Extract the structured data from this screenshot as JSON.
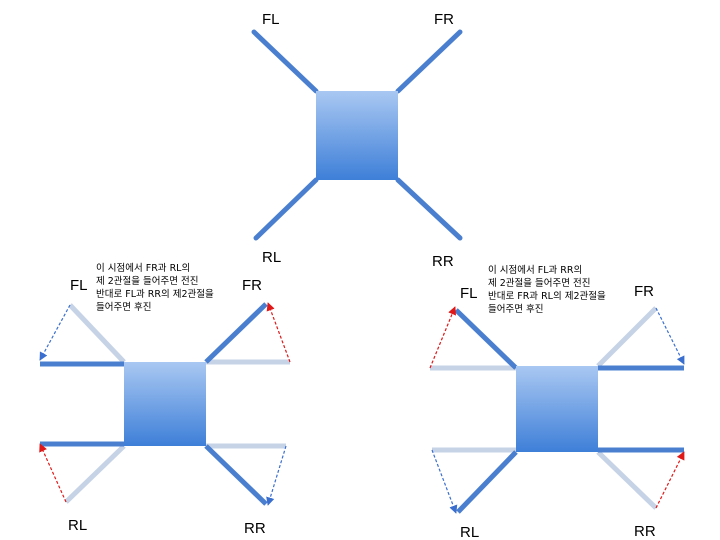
{
  "robots": [
    {
      "name": "top",
      "labels": {
        "fl": "FL",
        "fr": "FR",
        "rl": "RL",
        "rr": "RR"
      }
    },
    {
      "name": "left",
      "labels": {
        "fl": "FL",
        "fr": "FR",
        "rl": "RL",
        "rr": "RR"
      },
      "note": [
        "이 시점에서 FR과 RL의",
        "제 2관절을 들어주면 전진",
        "반대로 FL과 RR의 제2관절을",
        "들어주면 후진"
      ]
    },
    {
      "name": "right",
      "labels": {
        "fl": "FL",
        "fr": "FR",
        "rl": "RL",
        "rr": "RR"
      },
      "note": [
        "이 시점에서 FL과 RR의",
        "제 2관절을 들어주면 전진",
        "반대로 FR과 RL의 제2관절을",
        "들어주면 후진"
      ]
    }
  ],
  "colors": {
    "leg": "#4a7fd0",
    "leg_ghost": "#c6d3e6",
    "body_light": "#a9c8f2",
    "body_dark": "#3e7fd8",
    "arrow_blue": "#3a6fd0",
    "arrow_red": "#e01818"
  }
}
